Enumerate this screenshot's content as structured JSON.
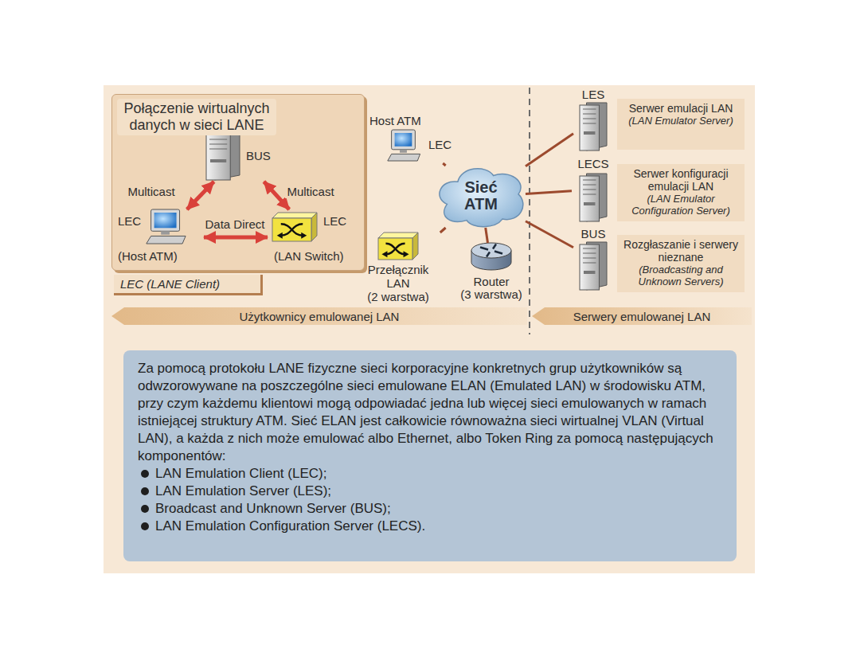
{
  "diagram": {
    "nodes": [
      {
        "text": [
          "Połączenie wirtualnych danych w sieci LANE"
        ]
      },
      {
        "text": [
          "BUS"
        ],
        "in": 0
      },
      {
        "text": [
          "LEC",
          "(Host ATM)"
        ],
        "in": 0
      },
      {
        "text": [
          "LEC",
          "(LAN Switch)"
        ],
        "in": 0
      },
      {
        "text": [
          "LEC (LANE Client)"
        ]
      },
      {
        "text": [
          "Host ATM",
          "LEC"
        ]
      },
      {
        "text": [
          "Sieć ATM"
        ]
      },
      {
        "text": [
          "Przełącznik LAN",
          "(2 warstwa)"
        ]
      },
      {
        "text": [
          "Router",
          "(3 warstwa)"
        ]
      },
      {
        "text": [
          "LES"
        ]
      },
      {
        "text": [
          "LECS"
        ]
      },
      {
        "text": [
          "BUS"
        ]
      },
      {
        "text": [
          "Serwer emulacji LAN",
          "(LAN Emulator Server)"
        ]
      },
      {
        "text": [
          "Serwer konfiguracji emulacji LAN",
          "(LAN Emulator Configuration Server)"
        ]
      },
      {
        "text": [
          "Rozgłaszanie i serwery nieznane",
          "(Broadcasting and Unknown Servers)"
        ]
      },
      {
        "text": [
          "Użytkownicy emulowanej LAN"
        ]
      },
      {
        "text": [
          "Serwery emulowanej LAN"
        ]
      },
      {
        "text": [
          "Za pomocą protokołu LANE fizyczne sieci korporacyjne konkretnych grup użytkowników są odwzorowywane na poszczególne sieci emulowane ELAN (Emulated LAN) w środowisku ATM, przy czym każdemu klientowi mogą odpowiadać jedna lub więcej sieci emulowanych w ramach istniejącej struktury ATM. Sieć ELAN jest całkowicie równoważna sieci wirtualnej VLAN (Virtual LAN), a każda z nich może emulować albo Ethernet, albo Token Ring za pomocą następujących komponentów:",
          "LAN Emulation Client (LEC);",
          "LAN Emulation Server (LES);",
          "Broadcast and Unknown Server (BUS);",
          "LAN Emulation Configuration Server (LECS)."
        ]
      }
    ],
    "edges": [
      {
        "from": 1,
        "to": 2,
        "label": "Multicast",
        "arrow": "both"
      },
      {
        "from": 1,
        "to": 3,
        "label": "Multicast",
        "arrow": "both"
      },
      {
        "from": 2,
        "to": 3,
        "label": "Data Direct",
        "arrow": "both"
      },
      {
        "from": 6,
        "to": 5,
        "arrow": "none"
      },
      {
        "from": 6,
        "to": 7,
        "arrow": "none"
      },
      {
        "from": 6,
        "to": 8,
        "arrow": "none"
      },
      {
        "from": 6,
        "to": 9,
        "arrow": "none"
      },
      {
        "from": 6,
        "to": 10,
        "arrow": "none"
      },
      {
        "from": 6,
        "to": 11,
        "arrow": "none"
      }
    ]
  }
}
